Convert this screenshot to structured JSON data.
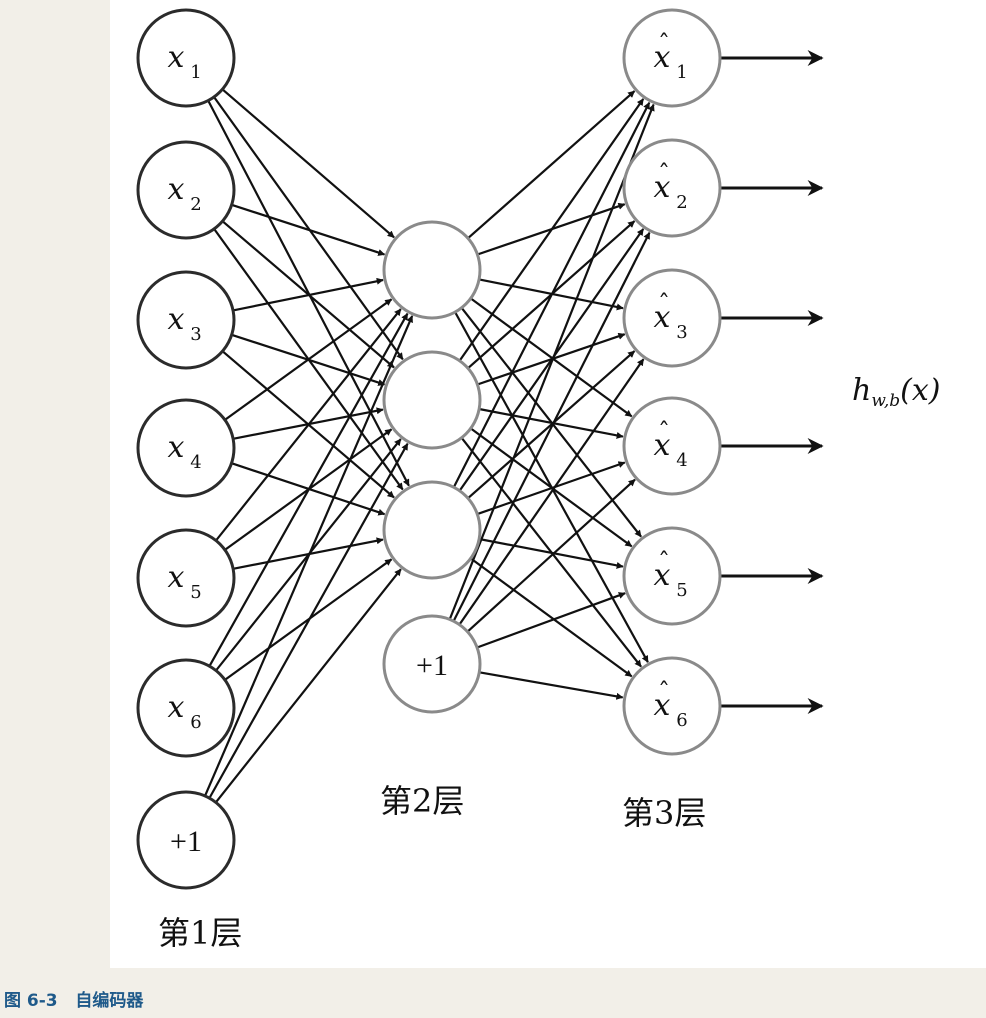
{
  "caption": {
    "number": "图 6-3",
    "title": "自编码器"
  },
  "diagram": {
    "layers": [
      {
        "label": "第1层",
        "nodes": [
          {
            "var": "x",
            "sub": "1"
          },
          {
            "var": "x",
            "sub": "2"
          },
          {
            "var": "x",
            "sub": "3"
          },
          {
            "var": "x",
            "sub": "4"
          },
          {
            "var": "x",
            "sub": "5"
          },
          {
            "var": "x",
            "sub": "6"
          },
          {
            "bias": "+1"
          }
        ]
      },
      {
        "label": "第2层",
        "nodes": [
          {},
          {},
          {},
          {
            "bias": "+1"
          }
        ]
      },
      {
        "label": "第3层",
        "nodes": [
          {
            "var": "x",
            "sub": "1",
            "hat": true
          },
          {
            "var": "x",
            "sub": "2",
            "hat": true
          },
          {
            "var": "x",
            "sub": "3",
            "hat": true
          },
          {
            "var": "x",
            "sub": "4",
            "hat": true
          },
          {
            "var": "x",
            "sub": "5",
            "hat": true
          },
          {
            "var": "x",
            "sub": "6",
            "hat": true
          }
        ]
      }
    ],
    "output_label": {
      "main": "h",
      "sub": "w,b",
      "arg": "(x)"
    },
    "colors": {
      "caption": "#1f5a8a",
      "background": "#f2efe8"
    }
  }
}
